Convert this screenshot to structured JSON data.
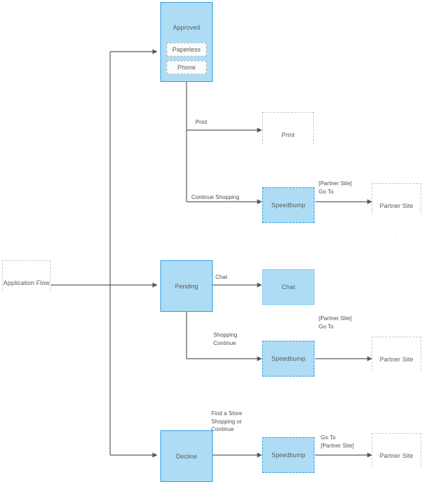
{
  "diagram": {
    "title": "Application Flow",
    "colors": {
      "node_fill_blue": "#aedcf5",
      "node_border_blue": "#2f9fe0",
      "node_fill_white": "#ffffff",
      "node_border_gray": "#c9c9c9",
      "edge_stroke": "#595959",
      "text": "#595959"
    }
  },
  "nodes": {
    "application_flow": "Application Flow",
    "approved": {
      "title": "Approved",
      "options": [
        {
          "label": "Paperless"
        },
        {
          "label": "Phone"
        }
      ]
    },
    "pending": "Pending",
    "decline": "Decline",
    "print": "Print",
    "chat": "Chat",
    "speedbump_approved": "Speedbump",
    "speedbump_pending": "Speedbump",
    "speedbump_decline": "Speedbump",
    "partner_site_approved": "Partner Site",
    "partner_site_pending": "Partner Site",
    "partner_site_decline": "Partner Site"
  },
  "edge_labels": {
    "approved_print": "Print",
    "approved_continue_shopping": "Continue Shopping",
    "approved_partner": "[Partner Site]\nGo To",
    "pending_chat": "Chat",
    "pending_shopping_continue": "Shopping\nContinue",
    "pending_partner": "[Partner Site]\nGo To",
    "decline_find_store": "Find a Store\nShopping or\nContinue",
    "decline_partner": "Go To\n[Partner Site]"
  }
}
